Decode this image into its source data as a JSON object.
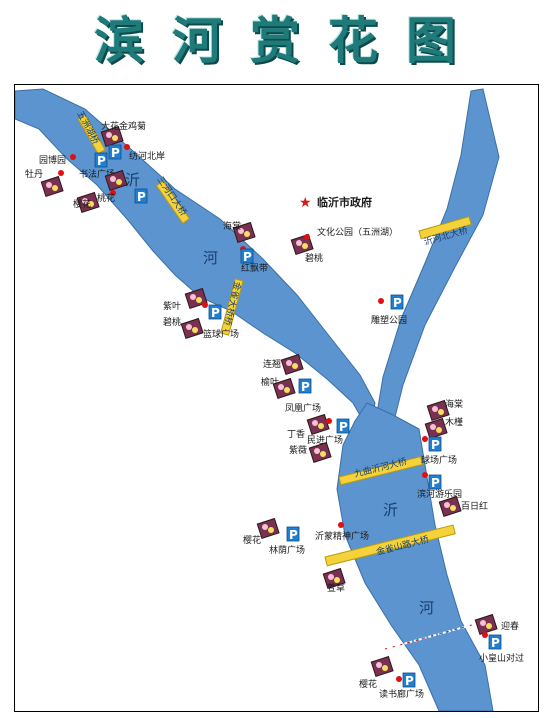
{
  "title": "滨河赏花图",
  "colors": {
    "river": "#5b94cf",
    "bridge": "#f5d23a",
    "title": "#1f7a7a",
    "dot": "#e01010",
    "parking": "#1f7fd0",
    "star": "#d41818"
  },
  "rivers": {
    "north": "沂",
    "middle": "河",
    "west": "沂",
    "west2": "河",
    "south": "沂",
    "south2": "河"
  },
  "bridges": {
    "wuhe": "五洲湖桥",
    "sanhe": "三河口大桥",
    "jinque": "金雀大桥桥",
    "linyi_north": "沂河北大桥",
    "jiuqu": "九曲沂河大桥",
    "jinque_shan": "金雀山路大桥"
  },
  "government": "临沂市政府",
  "places": {
    "wenhua_park": "文化公园（五洲湖）",
    "diaosu_park": "雕塑公园",
    "fangshui_bei": "纺河北岸",
    "hongpiao": "红飘带",
    "lanqiu": "篮球广场",
    "fenghuang": "凤凰广场",
    "minjin": "民进广场",
    "qiuchang": "球场广场",
    "binhe_park": "滨河游乐园",
    "yimeng": "沂蒙精神广场",
    "linyin": "林荫广场",
    "dushu": "读书廊广场",
    "xiaohuang": "小皇山对过"
  },
  "flowers": {
    "dahua_jinji": "大花金鸡菊",
    "yuanbo": "园博园",
    "shufa": "书法广场",
    "mudan": "牡丹",
    "yinghua1": "樱花",
    "taohua": "桃花",
    "haitang1": "海棠",
    "bitao1": "碧桃",
    "ziye": "紫叶",
    "bitao2": "碧桃",
    "lianqiao": "连翘",
    "yuye": "榆叶",
    "dingxiang": "丁香",
    "ziwei": "紫薇",
    "haitang2": "海棠",
    "mujin": "木槿",
    "bairihong": "百日红",
    "yinghua2": "樱花",
    "yingcao": "萱草",
    "yingchun": "迎春",
    "yinghua3": "樱花"
  }
}
